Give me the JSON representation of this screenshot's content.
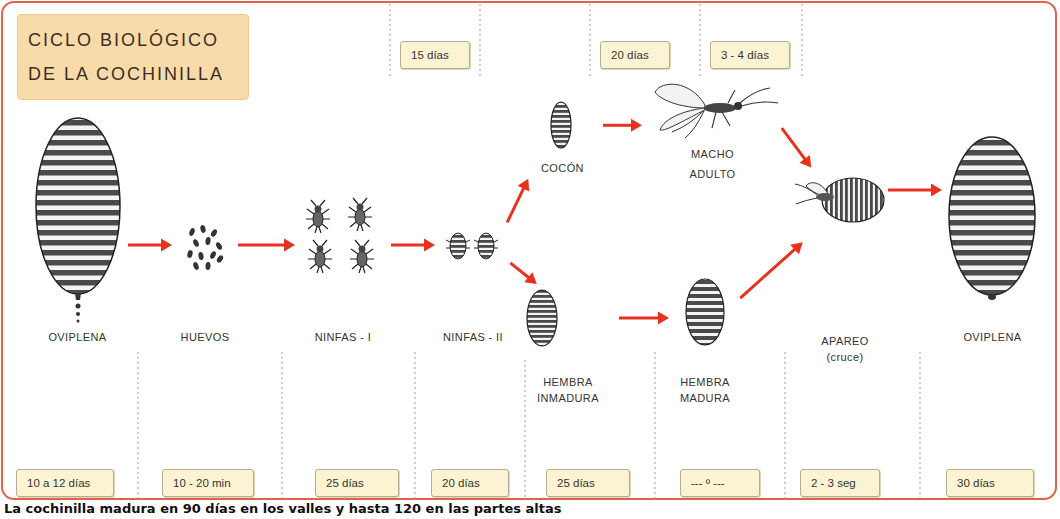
{
  "diagram": {
    "title": "CICLO BIOLÓGICO DE LA COCHINILLA",
    "caption": "La cochinilla madura en 90 días en los valles y hasta 120 en las partes altas",
    "nodes": [
      {
        "text": [
          "15 días"
        ]
      },
      {
        "text": [
          "20 días"
        ]
      },
      {
        "text": [
          "3 - 4 días"
        ]
      },
      {
        "text": [
          "OVIPLENA"
        ]
      },
      {
        "text": [
          "HUEVOS"
        ]
      },
      {
        "text": [
          "NINFAS - I"
        ]
      },
      {
        "text": [
          "NINFAS - II"
        ]
      },
      {
        "text": [
          "COCÓN"
        ]
      },
      {
        "text": [
          "MACHO ADULTO"
        ]
      },
      {
        "text": [
          "HEMBRA INMADURA"
        ]
      },
      {
        "text": [
          "HEMBRA MADURA"
        ]
      },
      {
        "text": [
          "APAREO (cruce)"
        ]
      },
      {
        "text": [
          "OVIPLENA"
        ]
      },
      {
        "text": [
          "10 a 12 días"
        ]
      },
      {
        "text": [
          "10 - 20 min"
        ]
      },
      {
        "text": [
          "25 días"
        ]
      },
      {
        "text": [
          "20 días"
        ]
      },
      {
        "text": [
          "25 días"
        ]
      },
      {
        "text": [
          "--- º ---"
        ]
      },
      {
        "text": [
          "2 - 3 seg"
        ]
      },
      {
        "text": [
          "30 días"
        ]
      }
    ],
    "edges": [
      {
        "from": 3,
        "to": 4,
        "arrow": "to"
      },
      {
        "from": 4,
        "to": 5,
        "arrow": "to"
      },
      {
        "from": 5,
        "to": 6,
        "arrow": "to"
      },
      {
        "from": 6,
        "to": 7,
        "arrow": "to"
      },
      {
        "from": 6,
        "to": 9,
        "arrow": "to"
      },
      {
        "from": 7,
        "to": 8,
        "arrow": "to"
      },
      {
        "from": 8,
        "to": 11,
        "arrow": "to"
      },
      {
        "from": 9,
        "to": 10,
        "arrow": "to"
      },
      {
        "from": 10,
        "to": 11,
        "arrow": "to"
      },
      {
        "from": 11,
        "to": 12,
        "arrow": "to"
      }
    ]
  }
}
